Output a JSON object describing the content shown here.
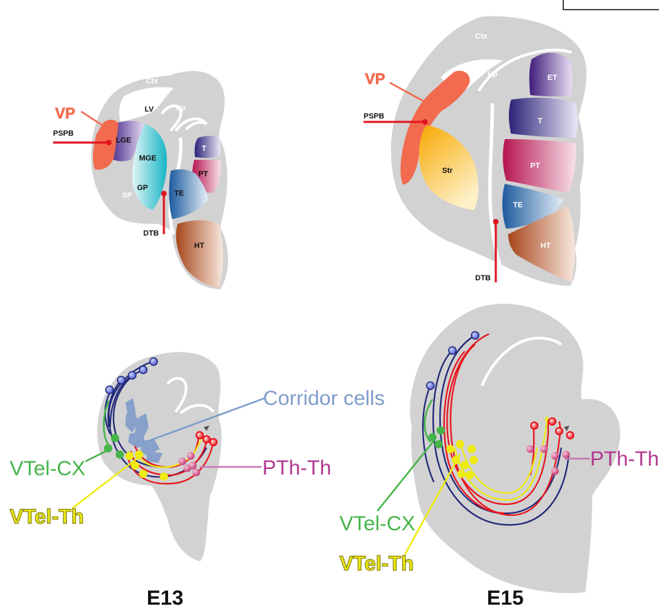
{
  "colors": {
    "tissue": "#d2d2d2",
    "vp": "#f26b4e",
    "red_line": "#e0141e",
    "green": "#45b549",
    "yellow": "#eeea12",
    "blue_axon": "#22287a",
    "red_axon": "#e8141c",
    "magenta_text": "#b1378f",
    "corridor": "#7f9ccb"
  },
  "top_e13": {
    "ctx": "Ctx",
    "lv": "LV",
    "hp": "Hp",
    "vp": "VP",
    "pspb": "PSPB",
    "lge": "LGE",
    "mge": "MGE",
    "gp": "GP",
    "sp": "SP",
    "t": "T",
    "pt": "PT",
    "te": "TE",
    "dtb": "DTB",
    "ht": "HT"
  },
  "top_e15": {
    "ctx": "Ctx",
    "hp": "Hp",
    "vp": "VP",
    "pspb": "PSPB",
    "str": "Str",
    "et": "ET",
    "t": "T",
    "pt": "PT",
    "te": "TE",
    "ht": "HT",
    "dtb": "DTB"
  },
  "bottom_e13": {
    "corridor": "Corridor cells",
    "vtel_cx": "VTel-CX",
    "pth_th": "PTh-Th",
    "vtel_th": "VTel-Th"
  },
  "bottom_e15": {
    "pth_th": "PTh-Th",
    "vtel_cx": "VTel-CX",
    "vtel_th": "VTel-Th"
  },
  "ages": {
    "left": "E13",
    "right": "E15"
  }
}
